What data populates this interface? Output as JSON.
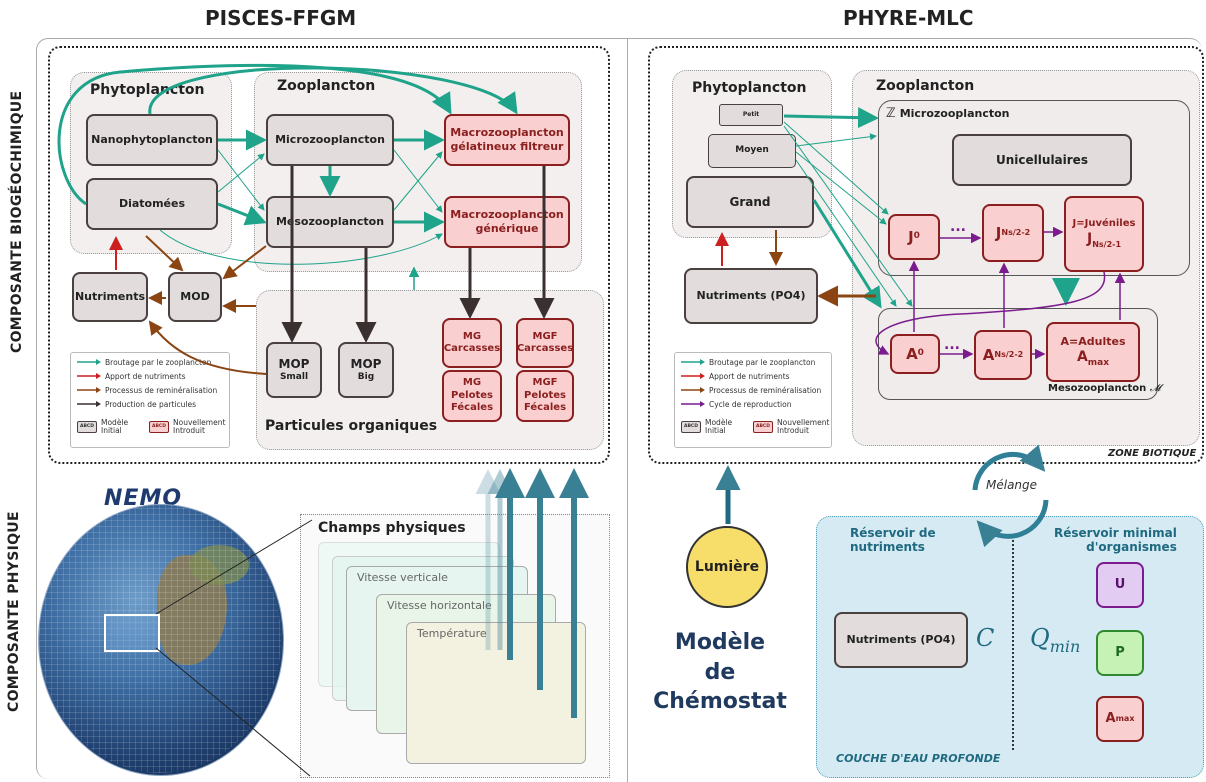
{
  "titles": {
    "left": "PISCES-FFGM",
    "right": "PHYRE-MLC"
  },
  "side_labels": {
    "bio": "COMPOSANTE BIOGÉOCHIMIQUE",
    "phys": "COMPOSANTE PHYSIQUE"
  },
  "pisces": {
    "phyto_title": "Phytoplancton",
    "zoo_title": "Zooplancton",
    "particles_title": "Particules organiques",
    "nano": "Nanophytoplancton",
    "diatom": "Diatomées",
    "micro": "Microzooplancton",
    "meso": "Mesozooplancton",
    "macro_gel_1": "Macrozooplancton",
    "macro_gel_2": "gélatineux filtreur",
    "macro_gen_1": "Macrozooplancton",
    "macro_gen_2": "générique",
    "nutriments": "Nutriments",
    "mod": "MOD",
    "mop_small_1": "MOP",
    "mop_small_2": "Small",
    "mop_big_1": "MOP",
    "mop_big_2": "Big",
    "mg_carc_1": "MG",
    "mg_carc_2": "Carcasses",
    "mgf_carc_1": "MGF",
    "mgf_carc_2": "Carcasses",
    "mg_pel_1": "MG",
    "mg_pel_2": "Pelotes",
    "mg_pel_3": "Fécales",
    "mgf_pel_1": "MGF",
    "mgf_pel_2": "Pelotes",
    "mgf_pel_3": "Fécales",
    "legend": {
      "grazing": "Broutage par le zooplancton",
      "nutrients": "Apport de nutriments",
      "remin": "Processus de reminéralisation",
      "particles": "Production de particules",
      "swatch": "ABCD",
      "initial_1": "Modèle",
      "initial_2": "Initial",
      "new_1": "Nouvellement",
      "new_2": "Introduit"
    }
  },
  "phyre": {
    "phyto_title": "Phytoplancton",
    "zoo_title": "Zooplancton",
    "micro_title": "Microzooplancton",
    "micro_symbol": "ℤ",
    "meso_title": "Mesozooplancton",
    "meso_symbol": "𝓜",
    "petit": "Petit",
    "moyen": "Moyen",
    "grand": "Grand",
    "unicell": "Unicellulaires",
    "nutriments": "Nutriments (PO4)",
    "j0_main": "J",
    "j0_sub": "0",
    "dots": "...",
    "jns_main": "J",
    "jns_sub": "Ns/2-2",
    "juv_line1": "J=Juvéniles",
    "juv_main": "J",
    "juv_sub": "Ns/2-1",
    "a0_main": "A",
    "a0_sub": "0",
    "ans_main": "A",
    "ans_sub": "Ns/2-2",
    "adult_line1": "A=Adultes",
    "adult_main": "A",
    "adult_sub": "max",
    "zone": "ZONE BIOTIQUE",
    "legend": {
      "grazing": "Broutage par le zooplancton",
      "nutrients": "Apport de nutriments",
      "remin": "Processus de reminéralisation",
      "repro": "Cycle de reproduction",
      "swatch": "ABCD",
      "initial_1": "Modèle",
      "initial_2": "Initial",
      "new_1": "Nouvellement",
      "new_2": "Introduit"
    }
  },
  "physique": {
    "logo": "NEMO",
    "champs": "Champs physiques",
    "vv": "Vitesse verticale",
    "vh": "Vitesse horizontale",
    "temp": "Température"
  },
  "chemostat": {
    "lumiere": "Lumière",
    "model_1": "Modèle",
    "model_2": "de",
    "model_3": "Chémostat",
    "melange": "Mélange",
    "res_nut_1": "Réservoir de",
    "res_nut_2": "nutriments",
    "res_min_1": "Réservoir minimal",
    "res_min_2": "d'organismes",
    "nutriments": "Nutriments (PO4)",
    "c_symbol": "C",
    "q_main": "Q",
    "q_sub": "min",
    "u": "U",
    "p": "P",
    "a_main": "A",
    "a_sub": "max",
    "deep": "COUCHE D'EAU PROFONDE"
  },
  "colors": {
    "grazing": "#1fa38a",
    "nutrients": "#cc1f1f",
    "remin": "#8b4513",
    "particles": "#3a3030",
    "repro": "#7b1c8e",
    "physics": "#3a8094",
    "new_fill": "#f9cfcf",
    "old_fill": "#e2dcdc"
  }
}
